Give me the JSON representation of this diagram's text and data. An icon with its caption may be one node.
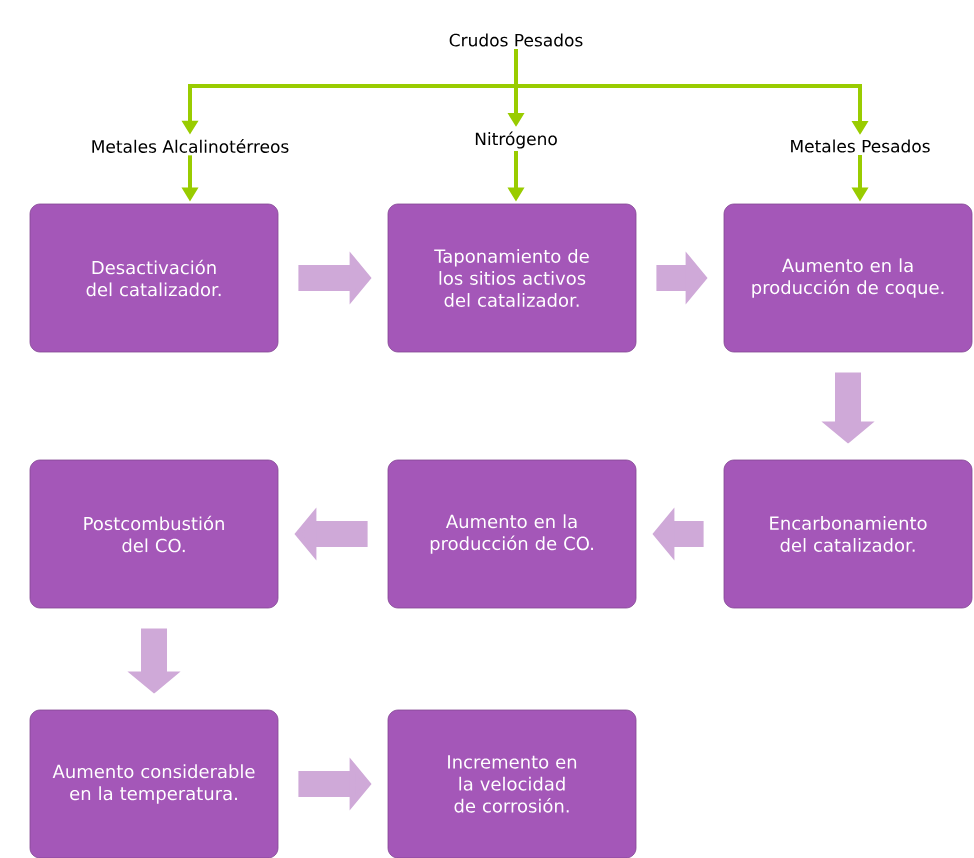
{
  "diagram": {
    "nodes": [
      {
        "text": [
          "Crudos Pesados"
        ]
      },
      {
        "text": [
          "Metales Alcalinotérreos"
        ]
      },
      {
        "text": [
          "Nitrógeno"
        ]
      },
      {
        "text": [
          "Metales Pesados"
        ]
      },
      {
        "text": [
          "Desactivación del catalizador."
        ]
      },
      {
        "text": [
          "Taponamiento de los sitios activos del catalizador."
        ]
      },
      {
        "text": [
          "Aumento en la producción de coque."
        ]
      },
      {
        "text": [
          "Encarbonamiento del catalizador."
        ]
      },
      {
        "text": [
          "Aumento en la producción de CO."
        ]
      },
      {
        "text": [
          "Postcombustión del CO."
        ]
      },
      {
        "text": [
          "Aumento considerable en la temperatura."
        ]
      },
      {
        "text": [
          "Incremento en la velocidad de corrosión."
        ]
      }
    ],
    "edges": [
      {
        "from": 0,
        "to": 1,
        "arrow": "to",
        "color": "#99cc00"
      },
      {
        "from": 0,
        "to": 2,
        "arrow": "to",
        "color": "#99cc00"
      },
      {
        "from": 0,
        "to": 3,
        "arrow": "to",
        "color": "#99cc00"
      },
      {
        "from": 1,
        "to": 4,
        "arrow": "to",
        "color": "#99cc00"
      },
      {
        "from": 2,
        "to": 5,
        "arrow": "to",
        "color": "#99cc00"
      },
      {
        "from": 3,
        "to": 6,
        "arrow": "to",
        "color": "#99cc00"
      },
      {
        "from": 4,
        "to": 5,
        "arrow": "to"
      },
      {
        "from": 5,
        "to": 6,
        "arrow": "to"
      },
      {
        "from": 6,
        "to": 7,
        "arrow": "to"
      },
      {
        "from": 7,
        "to": 8,
        "arrow": "to"
      },
      {
        "from": 8,
        "to": 9,
        "arrow": "to"
      },
      {
        "from": 9,
        "to": 10,
        "arrow": "to"
      },
      {
        "from": 10,
        "to": 11,
        "arrow": "to"
      }
    ]
  }
}
